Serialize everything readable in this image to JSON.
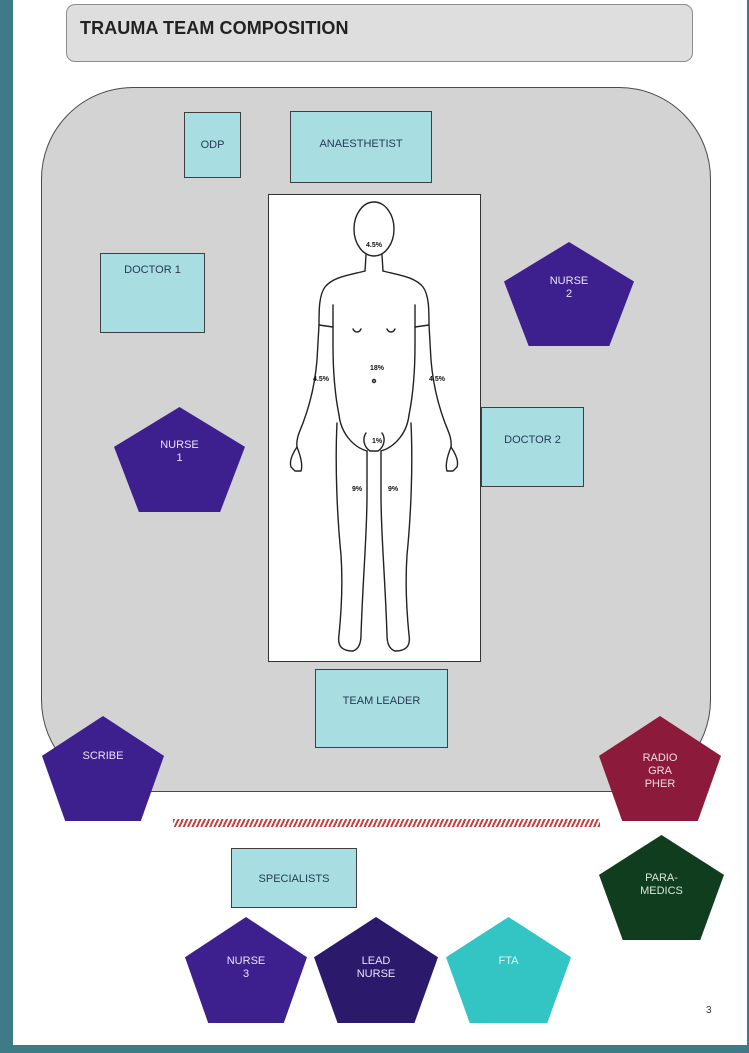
{
  "title": "TRAUMA TEAM COMPOSITION",
  "roles": {
    "odp": "ODP",
    "anaesthetist": "ANAESTHETIST",
    "doctor1": "DOCTOR 1",
    "doctor2": "DOCTOR 2",
    "nurse1": [
      "NURSE",
      "1"
    ],
    "nurse2": [
      "NURSE",
      "2"
    ],
    "team_leader": "TEAM LEADER",
    "scribe": "SCRIBE",
    "radiographer": [
      "RADIO",
      "GRA",
      "PHER"
    ],
    "paramedics": [
      "PARA-",
      "MEDICS"
    ],
    "specialists": "SPECIALISTS",
    "nurse3": [
      "NURSE",
      "3"
    ],
    "lead_nurse": [
      "LEAD",
      "NURSE"
    ],
    "fta": "FTA"
  },
  "body_chart": {
    "head": "4.5%",
    "left_arm": "4.5%",
    "right_arm": "4.5%",
    "torso": "18%",
    "groin": "1%",
    "left_leg": "9%",
    "right_leg": "9%"
  },
  "colors": {
    "background": "#3f7a87",
    "arena": "#d3d3d3",
    "box": "#a8dde2",
    "nurse": "#3e1f8e",
    "lead_nurse": "#2b1a6b",
    "radiographer": "#8c1a3a",
    "paramedics": "#0f3d1e",
    "fta": "#33c4c4",
    "hatch": "#cc3d3d"
  },
  "page_number": "3"
}
